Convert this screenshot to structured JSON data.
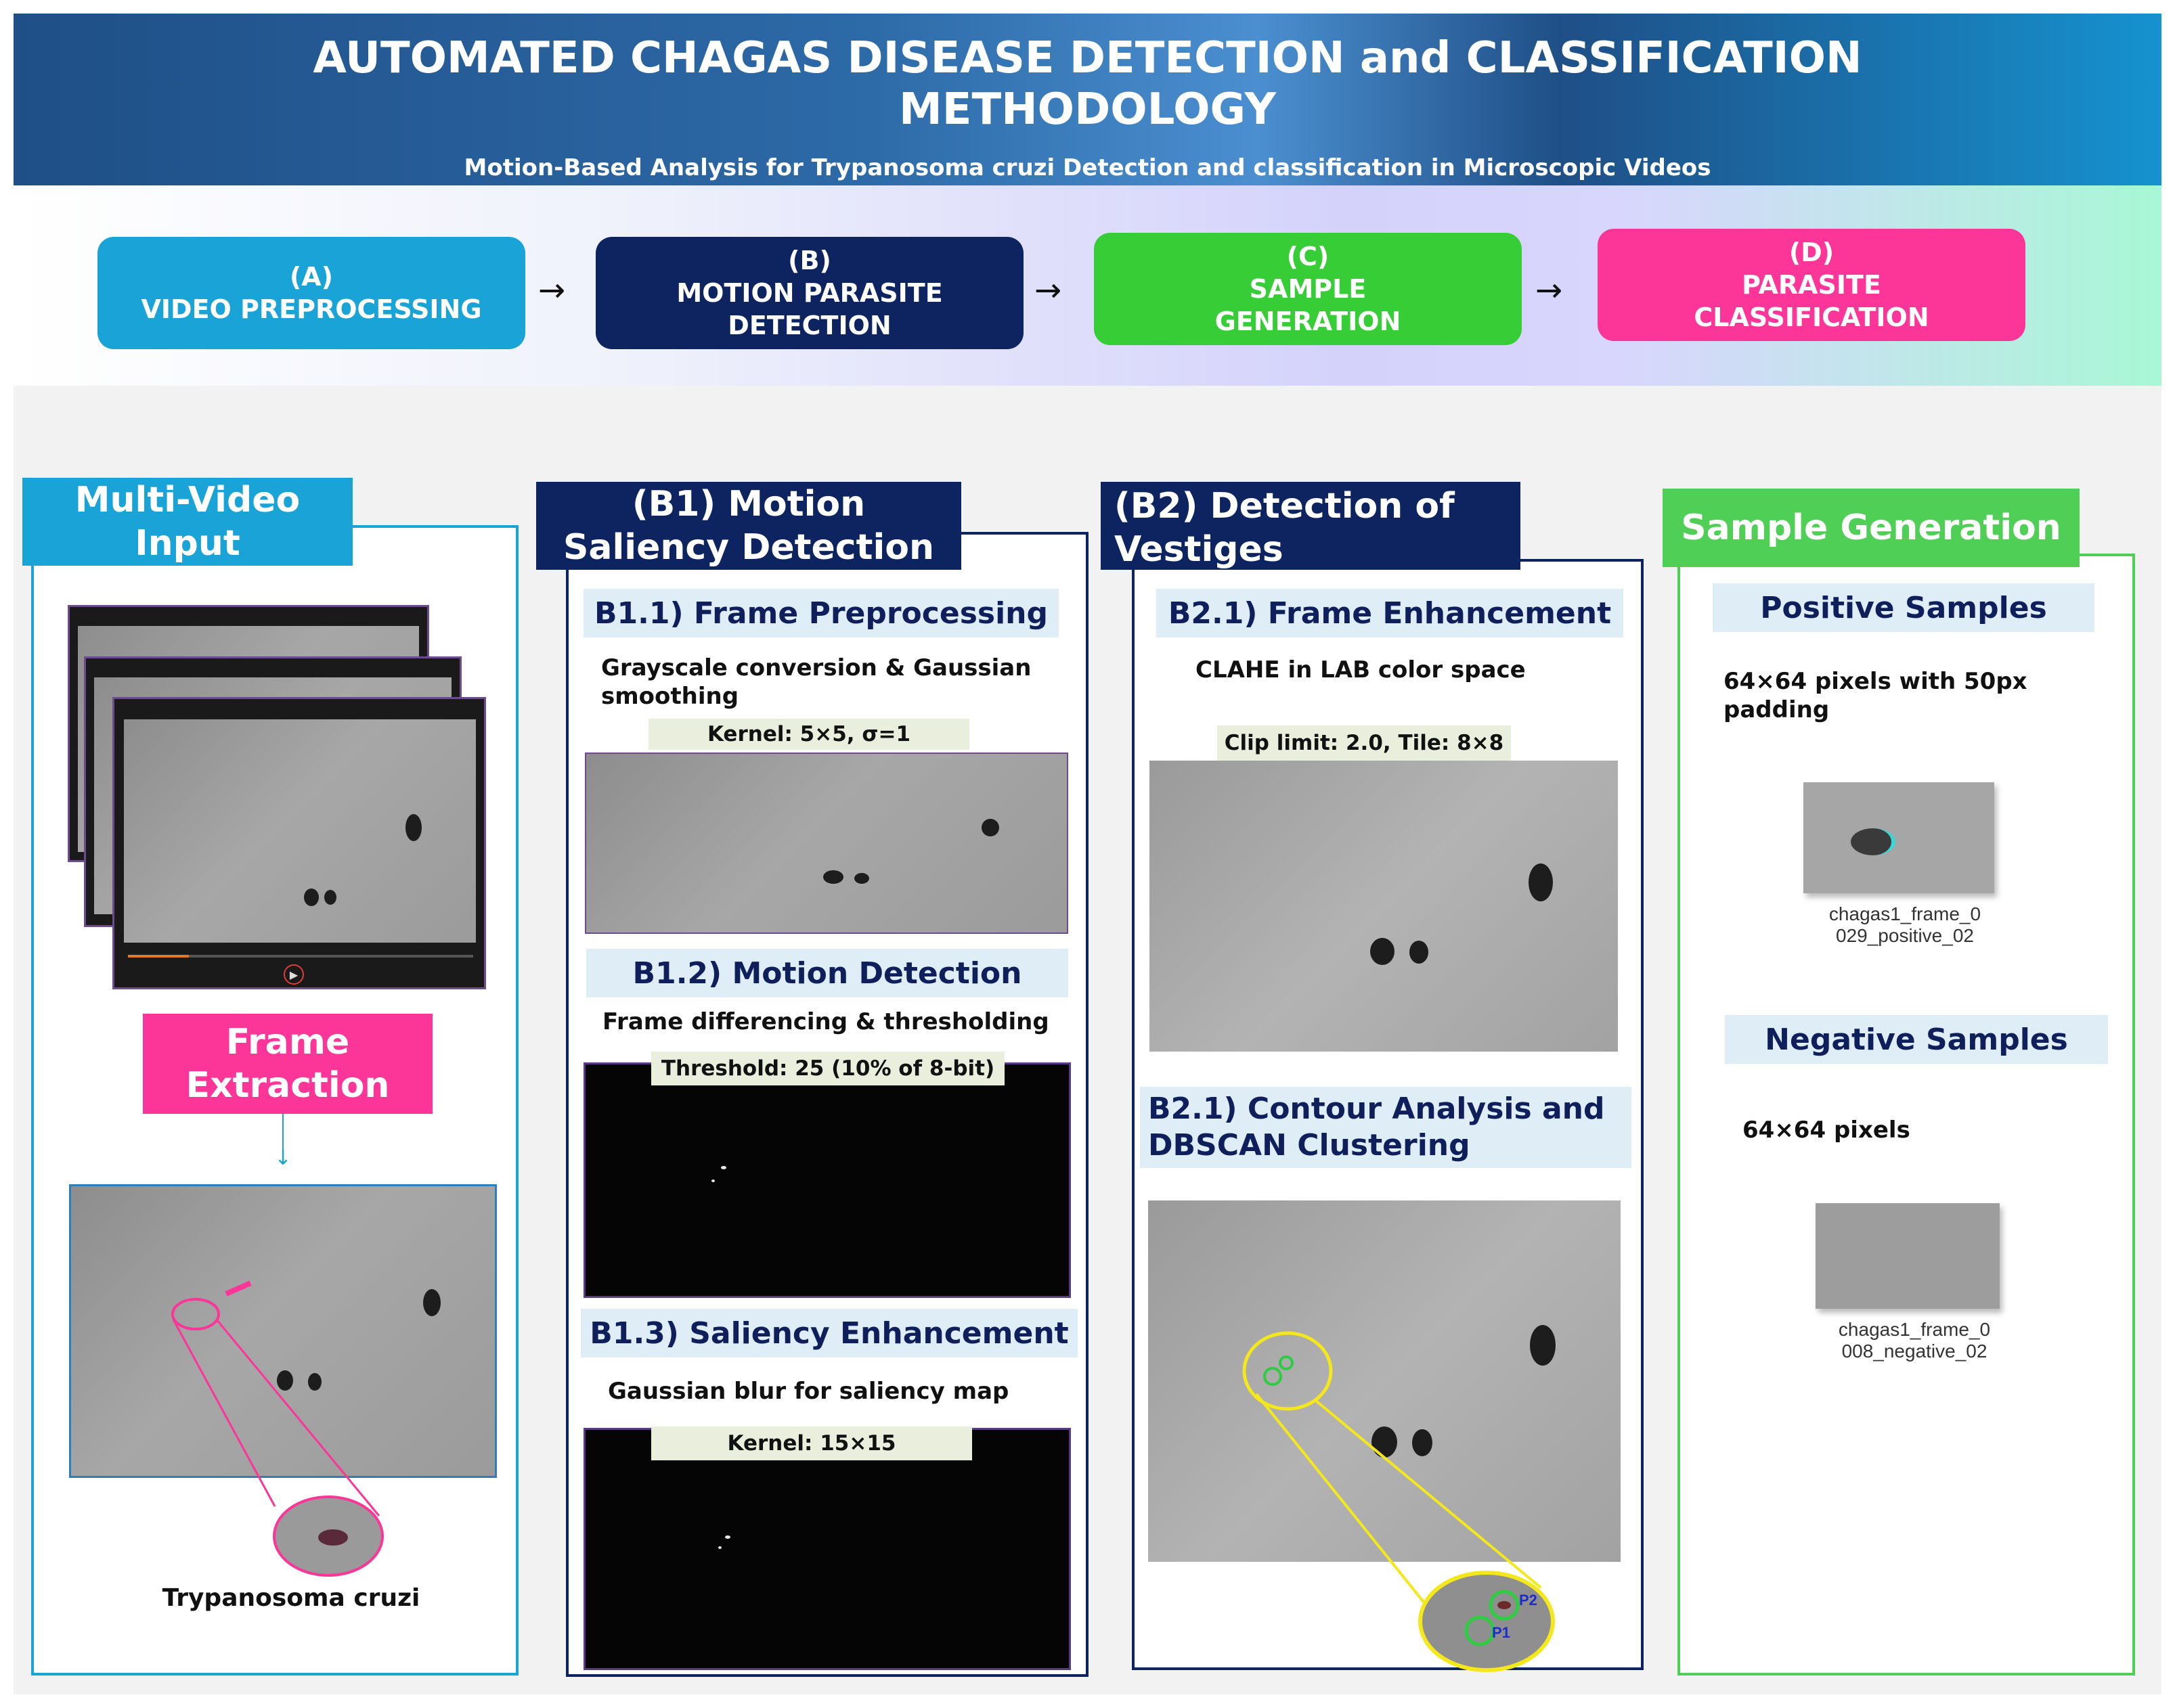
{
  "header": {
    "title": "AUTOMATED CHAGAS DISEASE DETECTION and CLASSIFICATION\nMETHODOLOGY",
    "subtitle": "Motion-Based Analysis for Trypanosoma cruzi Detection and classification in Microscopic Videos"
  },
  "stages": [
    {
      "label": "(A)\nVIDEO PREPROCESSING",
      "color": "#1aa3d6"
    },
    {
      "label": "(B)\nMOTION PARASITE\nDETECTION",
      "color": "#0d2461"
    },
    {
      "label": "(C)\nSAMPLE\nGENERATION",
      "color": "#36cd36"
    },
    {
      "label": "(D)\nPARASITE\nCLASSIFICATION",
      "color": "#fc3598"
    }
  ],
  "panel_a": {
    "title": "Multi-Video\nInput",
    "extraction": "Frame\nExtraction",
    "caption": "Trypanosoma cruzi",
    "accent": "#1aa3d6",
    "pink": "#fc3598"
  },
  "panel_b1": {
    "title": "(B1) Motion\nSaliency Detection",
    "s1_title": "B1.1) Frame Preprocessing",
    "s1_text": "Grayscale  conversion & Gaussian\nsmoothing",
    "s1_tag": "Kernel: 5×5, σ=1",
    "s2_title": "B1.2) Motion Detection",
    "s2_text": "Frame differencing & thresholding",
    "s2_tag": "Threshold: 25 (10% of 8-bit)",
    "s3_title": "B1.3) Saliency Enhancement",
    "s3_text": "Gaussian blur for saliency map",
    "s3_tag": "Kernel: 15×15",
    "accent": "#0d2461"
  },
  "panel_b2": {
    "title": "(B2) Detection of\nVestiges",
    "s1_title": "B2.1) Frame Enhancement",
    "s1_text": "CLAHE in LAB color space",
    "s1_tag": "Clip limit: 2.0, Tile: 8×8",
    "s2_title": "B2.1)  Contour Analysis and\nDBSCAN Clustering",
    "p1": "P1",
    "p2": "P2",
    "accent": "#0d2461"
  },
  "panel_c": {
    "title": "Sample Generation",
    "pos_title": "Positive Samples",
    "pos_text": "64×64 pixels with 50px\npadding",
    "pos_caption": "chagas1_frame_0\n029_positive_02",
    "neg_title": "Negative Samples",
    "neg_text": "64×64 pixels",
    "neg_caption": "chagas1_frame_0\n008_negative_02",
    "accent": "#4fcf55"
  }
}
